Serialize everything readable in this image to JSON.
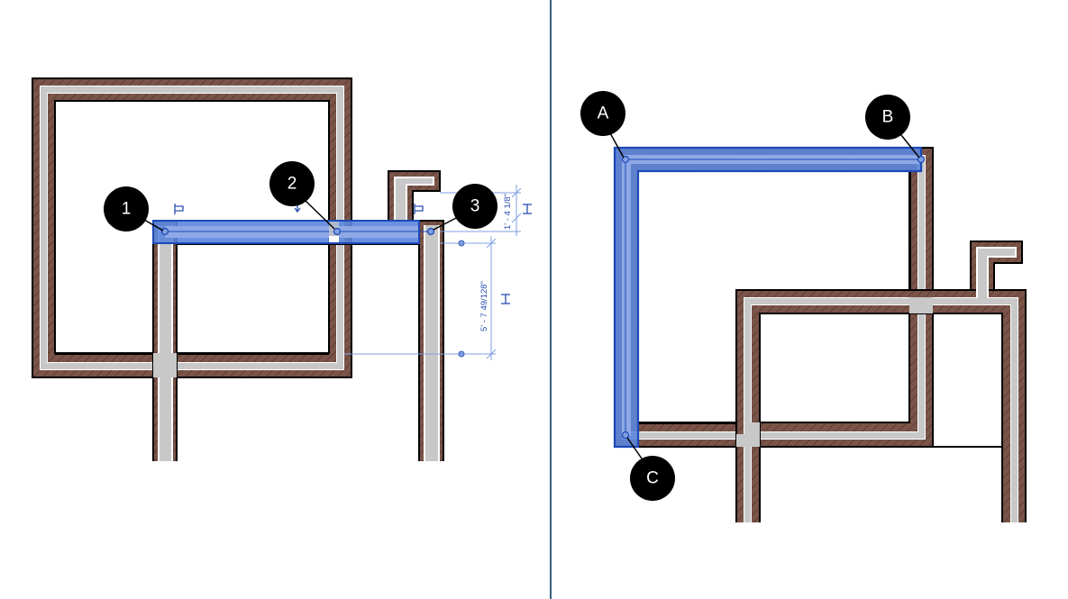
{
  "colors": {
    "wall_finish": "#7a5448",
    "wall_core": "#c8c8c8",
    "outline": "#000000",
    "highlight_fill": "#5b86dd",
    "highlight_edge": "#1c49b8",
    "dimension": "#2a4fb0",
    "divider": "#35607f",
    "callout": "#000000"
  },
  "left_panel": {
    "callouts": [
      {
        "id": "1",
        "label": "1"
      },
      {
        "id": "2",
        "label": "2"
      },
      {
        "id": "3",
        "label": "3"
      }
    ],
    "dimensions": {
      "top_offset": "1' - 4 1/8\"",
      "vertical": "5' - 7 49/128\""
    }
  },
  "right_panel": {
    "callouts": [
      {
        "id": "A",
        "label": "A"
      },
      {
        "id": "B",
        "label": "B"
      },
      {
        "id": "C",
        "label": "C"
      }
    ]
  }
}
